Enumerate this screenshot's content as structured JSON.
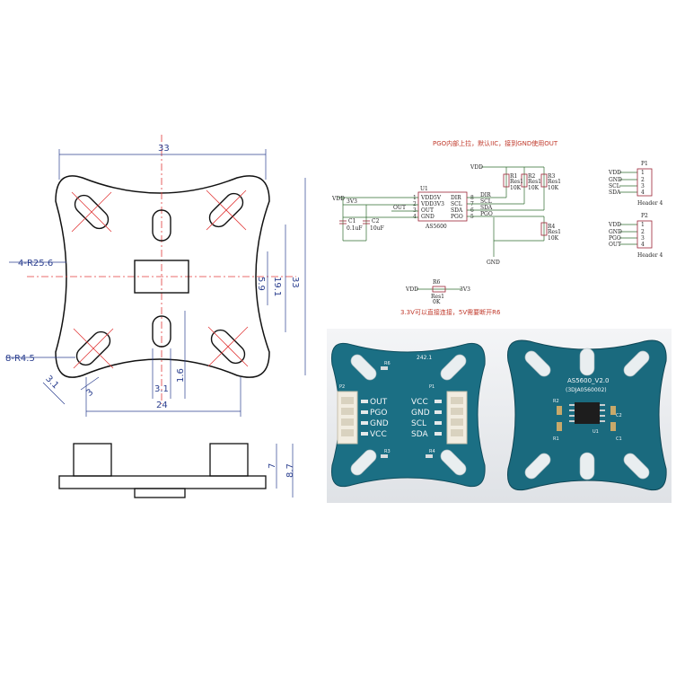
{
  "drawing": {
    "dims": {
      "width_top": "33",
      "corner_radius": "4-R25.6",
      "hole_radius": "8-R4.5",
      "height_right": "33",
      "inner_height": "19.1",
      "inner_gap": "5.9",
      "bottom_width": "24",
      "slot_w": "3.1",
      "slot_h": "1.6",
      "diag_a": "3.1",
      "diag_b": "3",
      "side_h1": "7",
      "side_h2": "8.7"
    }
  },
  "schematic": {
    "note_top": "PGO内部上拉，默认IIC，接到GND使用OUT",
    "note_bottom": "3.3V可以直接连接，5V需要断开R6",
    "chip": "AS5600",
    "chip_ref": "U1",
    "pins_left": [
      "VDD5V",
      "VDD3V3",
      "OUT",
      "GND"
    ],
    "pins_right": [
      "DIR",
      "SCL",
      "SDA",
      "PGO"
    ],
    "pin_nums_left": [
      "1",
      "2",
      "3",
      "4"
    ],
    "pin_nums_right": [
      "8",
      "7",
      "6",
      "5"
    ],
    "net_vdd": "VDD",
    "net_3v3": "3V3",
    "net_gnd": "GND",
    "net_out": "OUT",
    "net_dir": "DIR",
    "net_scl": "SCL",
    "net_sda": "SDA",
    "net_pgo": "PGO",
    "r1": "R1",
    "r2": "R2",
    "r3": "R3",
    "r4": "R4",
    "r6": "R6",
    "res_label": "Res1",
    "r_val": "10K",
    "r6_val": "0K",
    "c1": "C1",
    "c1_val": "0.1uF",
    "c2": "C2",
    "c2_val": "10uF",
    "p1": "P1",
    "p2": "P2",
    "header": "Header 4",
    "p1_pins": [
      "VDD",
      "GND",
      "SCL",
      "SDA"
    ],
    "p2_pins": [
      "VDD",
      "GND",
      "PGO",
      "OUT"
    ],
    "header_nums": [
      "1",
      "2",
      "3",
      "4"
    ]
  },
  "photo": {
    "left_board": {
      "pins_left": [
        "OUT",
        "PGO",
        "GND",
        "VCC"
      ],
      "pins_right": [
        "VCC",
        "GND",
        "SCL",
        "SDA"
      ],
      "labels": [
        "R6",
        "P2",
        "P1",
        "R3",
        "R4",
        "242.1"
      ]
    },
    "right_board": {
      "title": "AS5600_V2.0",
      "subtitle": "(3DJA0560002)",
      "labels": [
        "R2",
        "R1",
        "C2",
        "C1",
        "U1"
      ]
    },
    "board_color": "#1b6f84"
  }
}
